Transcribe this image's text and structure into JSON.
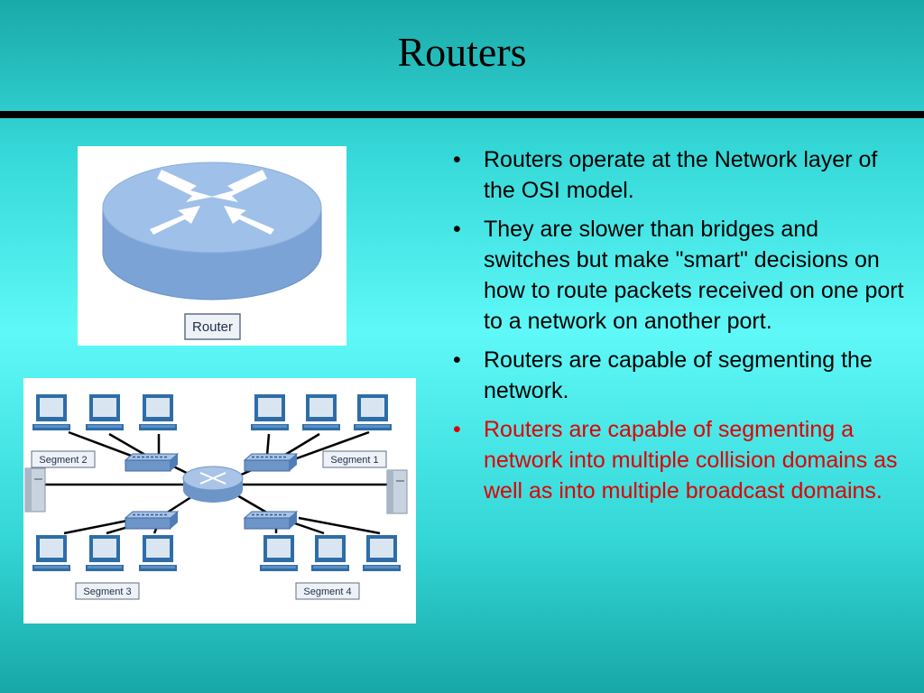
{
  "slide": {
    "title": "Routers",
    "bullet_glyph": "•",
    "bullets": [
      {
        "text": "Routers operate at the Network layer of the OSI model.",
        "color": "#000000"
      },
      {
        "text": "They are slower than bridges and switches but make \"smart\" decisions on how to route packets received on one port to a network on another port.",
        "color": "#000000"
      },
      {
        "text": "Routers are capable of segmenting the network.",
        "color": "#000000"
      },
      {
        "text": "Routers are capable of segmenting a network into multiple collision domains as well as into multiple broadcast domains.",
        "color": "#e00000"
      }
    ]
  },
  "router_figure": {
    "label": "Router",
    "icon": "router-icon"
  },
  "network_diagram": {
    "segments": [
      "Segment 1",
      "Segment 2",
      "Segment 3",
      "Segment 4"
    ],
    "icons": [
      "router-icon",
      "switch-icon",
      "computer-icon",
      "server-icon"
    ]
  }
}
